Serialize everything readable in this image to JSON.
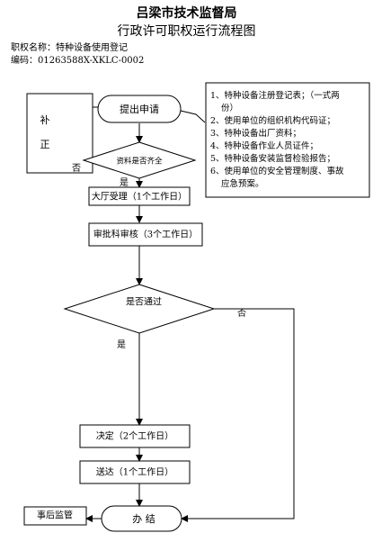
{
  "header": {
    "title": "吕梁市技术监督局",
    "subtitle": "行政许可职权运行流程图",
    "authority_name": "职权名称：特种设备使用登记",
    "code": "编码：01263588X-XKLC-0002"
  },
  "nodes": {
    "start": "提出申请",
    "supplement": [
      "补",
      "正"
    ],
    "check_complete": "资料是否齐全",
    "hall": "大厅受理（1个工作日）",
    "review": "审批科审核（3个工作日）",
    "pass": "是否通过",
    "decide": "决定（2个工作日）",
    "deliver": "送达（1个工作日）",
    "supervise": "事后监管",
    "finish": "办  结"
  },
  "edges": {
    "no_1": "否",
    "yes_1": "是",
    "yes_2": "是",
    "no_2": "否"
  },
  "requirements": [
    "1、特种设备注册登记表；（一式两",
    "份）",
    "2、使用单位的组织机构代码证；",
    "3、特种设备出厂资料；",
    "4、特种设备作业人员证件；",
    "5、特种设备安装监督检验报告；",
    "6、使用单位的安全管理制度、事故",
    "应急预案。"
  ]
}
